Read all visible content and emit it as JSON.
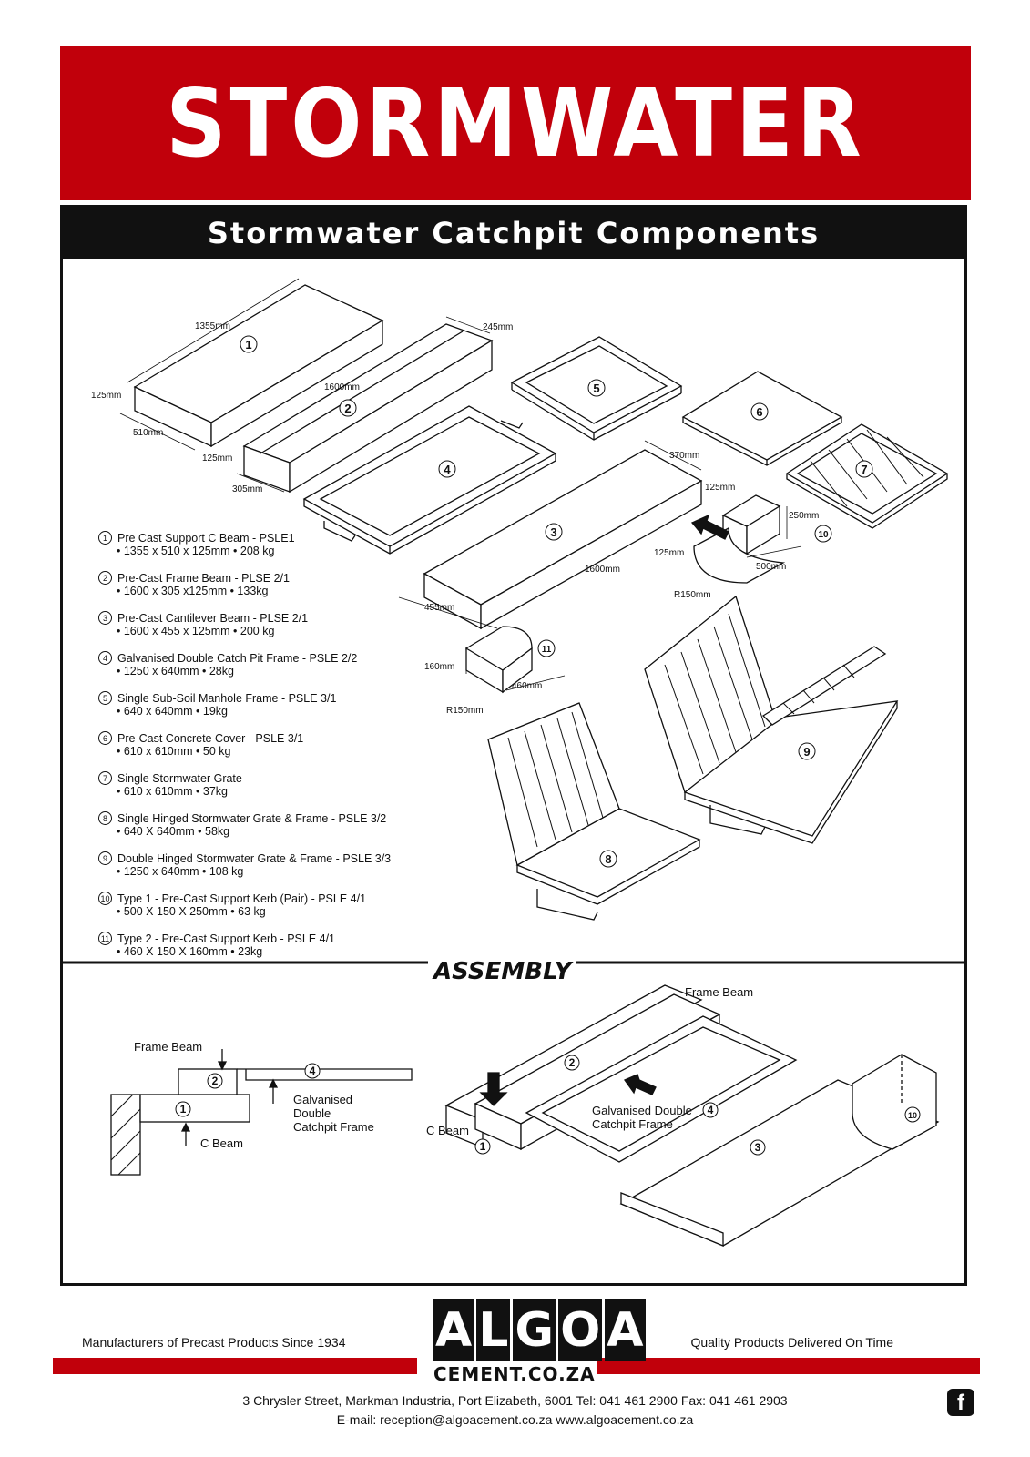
{
  "header": {
    "title": "STORMWATER",
    "subtitle": "Stormwater Catchpit Components"
  },
  "diagram_labels": {
    "c1_length": "1355mm",
    "c1_height": "125mm",
    "c1_width": "510mm",
    "c2_width_top": "245mm",
    "c2_length": "1600mm",
    "c2_height": "125mm",
    "c2_width": "305mm",
    "c3_width_top": "370mm",
    "c3_height": "125mm",
    "c3_length": "1600mm",
    "c3_width": "455mm",
    "c10_height": "250mm",
    "c10_length": "500mm",
    "c10_h2": "125mm",
    "c10_radius": "R150mm",
    "c11_height": "160mm",
    "c11_length": "460mm",
    "c11_radius": "R150mm"
  },
  "legend": [
    {
      "num": "1",
      "title": "Pre Cast Support C Beam - PSLE1",
      "spec": "• 1355 x 510 x 125mm   • 208 kg"
    },
    {
      "num": "2",
      "title": "Pre-Cast Frame Beam - PLSE 2/1",
      "spec": "• 1600 x 305 x125mm   • 133kg"
    },
    {
      "num": "3",
      "title": "Pre-Cast Cantilever Beam - PLSE 2/1",
      "spec": "• 1600 x 455 x 125mm  • 200 kg"
    },
    {
      "num": "4",
      "title": "Galvanised Double Catch Pit Frame - PSLE 2/2",
      "spec": "• 1250 x 640mm  • 28kg"
    },
    {
      "num": "5",
      "title": "Single Sub-Soil Manhole Frame - PSLE 3/1",
      "spec": "• 640 x 640mm  • 19kg"
    },
    {
      "num": "6",
      "title": "Pre-Cast Concrete Cover  - PSLE 3/1",
      "spec": "• 610 x 610mm  •  50 kg"
    },
    {
      "num": "7",
      "title": "Single Stormwater Grate",
      "spec": "• 610 x 610mm  • 37kg"
    },
    {
      "num": "8",
      "title": "Single Hinged Stormwater Grate & Frame - PSLE 3/2",
      "spec": "• 640 X 640mm   • 58kg"
    },
    {
      "num": "9",
      "title": "Double Hinged Stormwater Grate & Frame - PSLE 3/3",
      "spec": "• 1250 x 640mm    • 108 kg"
    },
    {
      "num": "10",
      "title": "Type 1 - Pre-Cast Support Kerb (Pair) - PSLE 4/1",
      "spec": "•  500 X 150 X 250mm   • 63 kg"
    },
    {
      "num": "11",
      "title": "Type 2 - Pre-Cast Support Kerb - PSLE 4/1",
      "spec": "• 460 X 150 X 160mm  •  23kg"
    }
  ],
  "assembly": {
    "heading": "ASSEMBLY",
    "frame_beam": "Frame Beam",
    "frame_beam_right": "Frame Beam",
    "galvanised": "Galvanised",
    "double": "Double",
    "catchpit_frame": "Catchpit Frame",
    "c_beam": "C  Beam",
    "c_beam_right": "C Beam",
    "galv_double_right": "Galvanised Double",
    "catchpit_frame_right": "Catchpit Frame"
  },
  "footer": {
    "left": "Manufacturers of Precast Products Since 1934",
    "right": "Quality Products Delivered On Time",
    "logo_letters": [
      "A",
      "L",
      "G",
      "O",
      "A"
    ],
    "logo_domain": "CEMENT.CO.ZA",
    "address": "3 Chrysler Street, Markman Industria, Port Elizabeth, 6001  Tel: 041 461 2900   Fax: 041 461 2903",
    "contact": "E-mail: reception@algoacement.co.za    www.algoacement.co.za",
    "facebook_icon": "facebook-icon"
  },
  "colors": {
    "brand_red": "#c1000b",
    "black": "#111111"
  }
}
